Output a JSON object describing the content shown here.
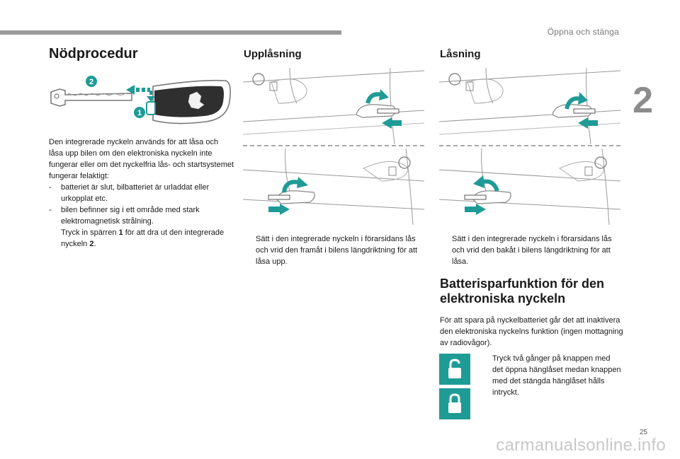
{
  "header": {
    "section_title": "Öppna och stänga",
    "chapter_number": "2",
    "page_number": "25"
  },
  "watermark": "carmanualsonline.info",
  "emergency": {
    "title": "Nödprocedur",
    "callouts": [
      "1",
      "2"
    ],
    "intro": "Den integrerade nyckeln används för att låsa och låsa upp bilen om den elektroniska nyckeln inte fungerar eller om det nyckelfria lås- och startsystemet fungerar felaktigt:",
    "items": [
      {
        "marker": "-",
        "text": "batteriet är slut, bilbatteriet är urladdat eller urkopplat etc."
      },
      {
        "marker": "-",
        "text": "bilen befinner sig i ett område med stark elektromagnetisk strålning."
      }
    ],
    "instruction": {
      "marker": "",
      "pre": "Tryck in spärren ",
      "bold1": "1",
      "mid": " för att dra ut den integrerade nyckeln ",
      "bold2": "2",
      "post": "."
    }
  },
  "unlocking": {
    "title": "Upplåsning",
    "instruction": {
      "marker": "",
      "text": "Sätt i den integrerade nyckeln i förarsidans lås och vrid den framåt i bilens längdriktning för att låsa upp."
    }
  },
  "locking": {
    "title": "Låsning",
    "instruction": {
      "marker": "",
      "text": "Sätt i den integrerade nyckeln i förarsidans lås och vrid den bakåt i bilens längdriktning för att låsa."
    }
  },
  "battery": {
    "title": "Batterisparfunktion för den elektroniska nyckeln",
    "intro": "För att spara på nyckelbatteriet går det att inaktivera den elektroniska nyckelns funktion (ingen mottagning av radiovågor).",
    "instruction": {
      "marker": "",
      "text": "Tryck två gånger på knappen med det öppna hänglåset medan knappen med det stängda hänglåset hålls intryckt."
    }
  },
  "colors": {
    "accent_teal": "#1f9b96",
    "header_bar": "#9a9a9a",
    "illustration_line": "#8a8a8a"
  }
}
